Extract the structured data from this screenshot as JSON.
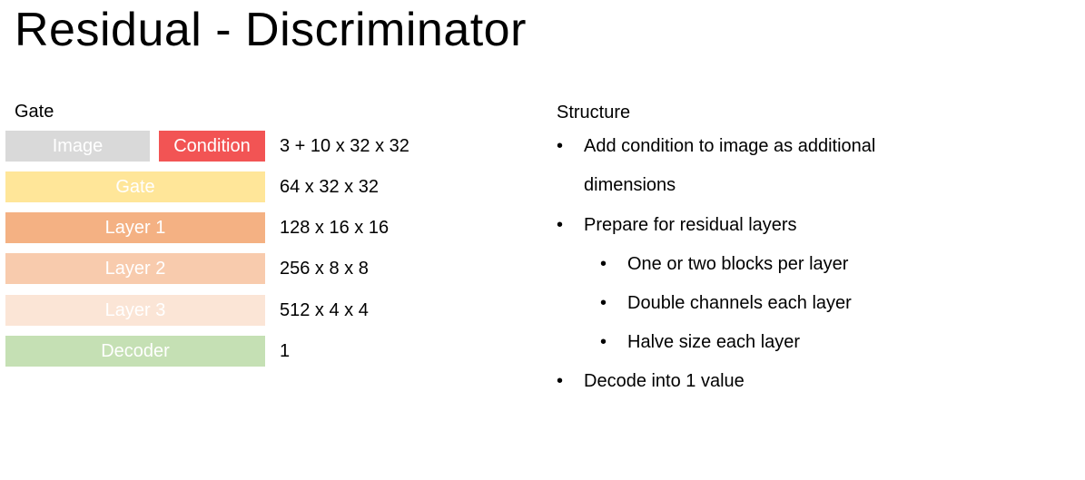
{
  "title": "Residual - Discriminator",
  "left_panel": {
    "heading": "Gate",
    "blocks": {
      "image": {
        "label": "Image",
        "color": "#d9d9d9"
      },
      "condition": {
        "label": "Condition",
        "color": "#f25454"
      },
      "gate": {
        "label": "Gate",
        "color": "#ffe699"
      },
      "layer1": {
        "label": "Layer 1",
        "color": "#f4b183"
      },
      "layer2": {
        "label": "Layer 2",
        "color": "#f8cbad"
      },
      "layer3": {
        "label": "Layer 3",
        "color": "#fbe5d6"
      },
      "decoder": {
        "label": "Decoder",
        "color": "#c5e0b4"
      }
    },
    "dims": {
      "input": "3 + 10 x 32 x 32",
      "gate": "64 x 32 x 32",
      "layer1": "128 x 16 x 16",
      "layer2": "256 x 8 x 8",
      "layer3": "512 x 4 x 4",
      "decoder": "1"
    }
  },
  "right_panel": {
    "heading": "Structure",
    "bullets": {
      "b1_line1": "Add condition to image as additional",
      "b1_line2": "dimensions",
      "b2": "Prepare for residual layers",
      "b2_sub1": "One or two blocks per layer",
      "b2_sub2": "Double channels each layer",
      "b2_sub3": "Halve size each layer",
      "b3": "Decode into 1 value"
    },
    "bullet_glyph": "•"
  }
}
